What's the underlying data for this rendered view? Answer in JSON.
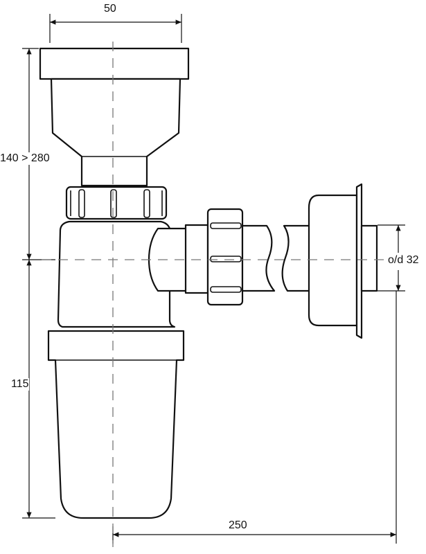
{
  "dimensions": {
    "top_width": "50",
    "height_range": "140 > 280",
    "lower_height": "115",
    "outlet_diameter": "o/d 32",
    "projection": "250"
  }
}
